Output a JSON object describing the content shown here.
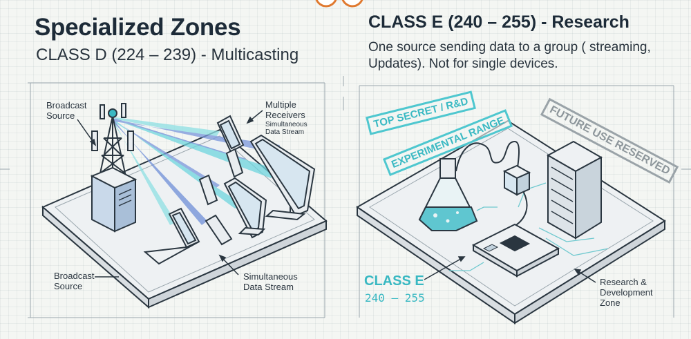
{
  "left_panel": {
    "title": "Specialized Zones",
    "subtitle": "CLASS D (224 – 239) - Multicasting",
    "labels": {
      "broadcast_source_top": "Broadcast\nSource",
      "multiple_receivers": "Multiple\nReceivers",
      "simultaneous_small": "Simultaneous\nData Stream",
      "broadcast_source_bottom": "Broadcast\nSource",
      "simultaneous_bottom": "Simultaneous\nData Stream"
    }
  },
  "right_panel": {
    "title": "CLASS E (240 – 255) - Research",
    "description": "One source sending data to a group ( streaming, Updates). Not for single devices.",
    "stamps": {
      "top_secret": "TOP SECRET / R&D",
      "experimental": "EXPERIMENTAL RANGE",
      "future_use": "FUTURE USE RESERVED"
    },
    "class_e_label": "CLASS E",
    "class_e_range": "240 – 255",
    "zone_label": "Research &\nDevelopment\nZone"
  },
  "colors": {
    "accent_cyan": "#3ab9c3",
    "beam_blue": "#6f8fd8",
    "ink": "#1d2b38",
    "platform": "#e9edf0"
  },
  "icons": [
    "tower-icon",
    "server-icon",
    "laptop-icon",
    "tablet-icon",
    "monitor-icon",
    "phone-icon",
    "flask-icon",
    "chip-icon",
    "sensor-icon"
  ]
}
